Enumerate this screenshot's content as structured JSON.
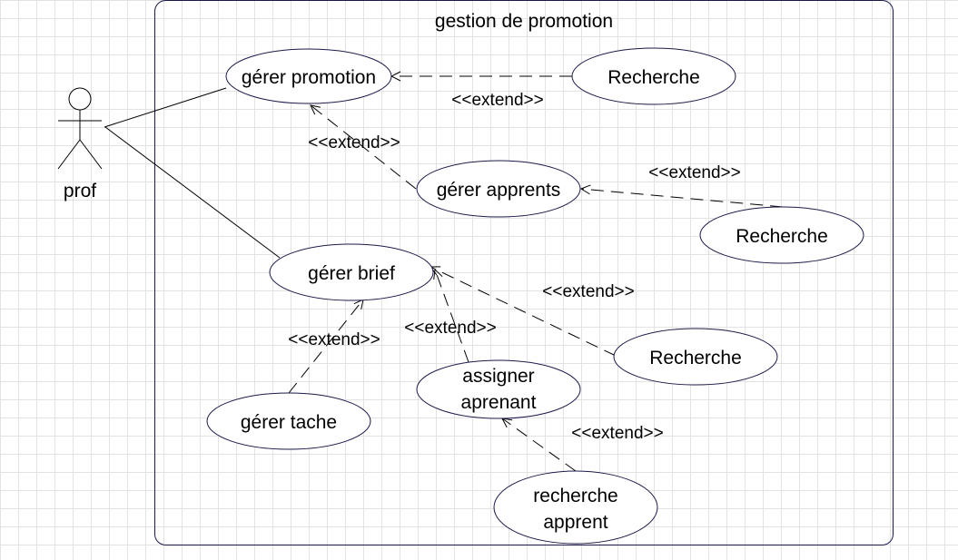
{
  "diagram": {
    "system": {
      "title": "gestion de promotion"
    },
    "actor": {
      "name": "prof"
    },
    "use_cases": {
      "gerer_promotion": [
        "gérer promotion"
      ],
      "recherche_1": [
        "Recherche"
      ],
      "gerer_apprents": [
        "gérer apprents"
      ],
      "recherche_2": [
        "Recherche"
      ],
      "gerer_brief": [
        "gérer brief"
      ],
      "recherche_3": [
        "Recherche"
      ],
      "assigner_aprenant": [
        "assigner",
        "aprenant"
      ],
      "gerer_tache": [
        "gérer tache"
      ],
      "recherche_apprent": [
        "recherche",
        "apprent"
      ]
    },
    "relations": {
      "ext_recherche1_promotion": "<<extend>>",
      "ext_apprents_promotion": "<<extend>>",
      "ext_recherche2_apprents": "<<extend>>",
      "ext_recherche3_brief": "<<extend>>",
      "ext_assigner_brief": "<<extend>>",
      "ext_tache_brief": "<<extend>>",
      "ext_rechapprent_assigner": "<<extend>>"
    }
  },
  "colors": {
    "ellipse_stroke": "#1a1a4a",
    "system_stroke": "#1a1a4a",
    "line": "#000000",
    "grid": "#e3e3e3"
  }
}
